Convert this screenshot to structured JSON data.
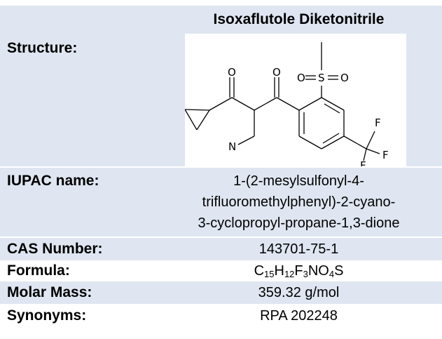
{
  "title": "Isoxaflutole Diketonitrile",
  "structure": {
    "label": "Structure:",
    "icon": "chemical-structure-drawing",
    "atoms": {
      "o1": "O",
      "o2": "O",
      "o3": "O",
      "s": "S",
      "o4": "O",
      "n": "N",
      "f1": "F",
      "f2": "F",
      "f3": "F"
    }
  },
  "iupac": {
    "label": "IUPAC name:",
    "lines": [
      "1-(2-mesylsulfonyl-4-",
      "trifluoromethylphenyl)-2-cyano-",
      "3-cyclopropyl-propane-1,3-dione"
    ]
  },
  "cas": {
    "label": "CAS Number:",
    "value": "143701-75-1"
  },
  "formula": {
    "label": "Formula:",
    "parts": {
      "c": "C",
      "c_n": "15",
      "h": "H",
      "h_n": "12",
      "f": "F",
      "f_n": "3",
      "n_o": "NO",
      "o_n": "4",
      "s": "S"
    }
  },
  "molar_mass": {
    "label": "Molar Mass:",
    "value": "359.32 g/mol"
  },
  "synonyms": {
    "label": "Synonyms:",
    "value": "RPA 202248"
  },
  "colors": {
    "band": "#dfe6f1",
    "white": "#ffffff",
    "text": "#000000"
  }
}
